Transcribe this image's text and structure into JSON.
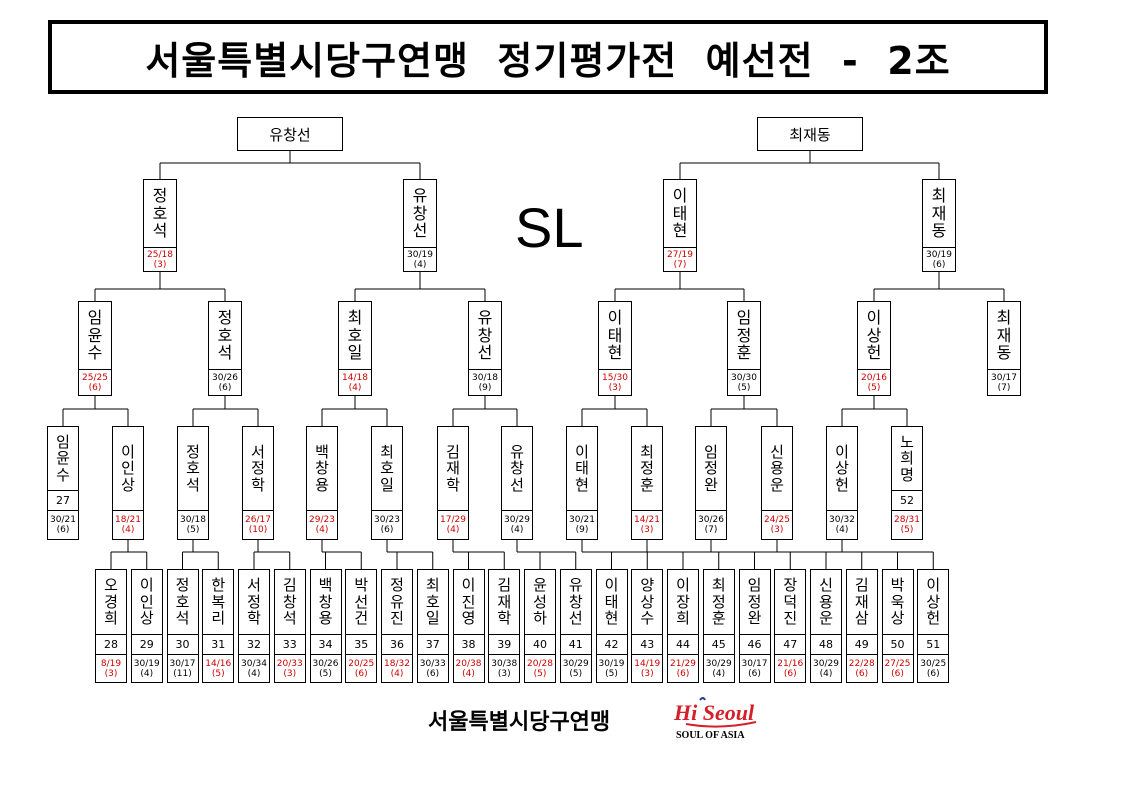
{
  "title": "서울특별시당구연맹  정기평가전  예선전  -  2조",
  "sl_label": "SL",
  "footer": {
    "org": "서울특별시당구연맹",
    "logo_main": "Hi Seoul",
    "logo_sub": "SOUL OF ASIA"
  },
  "colors": {
    "loss": "#cc0000",
    "win": "#000000",
    "logo_red": "#d4202a",
    "logo_blue": "#1c3f94"
  },
  "bracket": {
    "top": [
      {
        "name": "유창선"
      },
      {
        "name": "최재동"
      }
    ],
    "r3": [
      {
        "name": "정호석",
        "score": "25/18",
        "inn": "(3)",
        "red": true
      },
      {
        "name": "유창선",
        "score": "30/19",
        "inn": "(4)",
        "red": false
      },
      {
        "name": "이태현",
        "score": "27/19",
        "inn": "(7)",
        "red": true
      },
      {
        "name": "최재동",
        "score": "30/19",
        "inn": "(6)",
        "red": false
      }
    ],
    "r2": [
      {
        "name": "임윤수",
        "score": "25/25",
        "inn": "(6)",
        "red": true
      },
      {
        "name": "정호석",
        "score": "30/26",
        "inn": "(6)",
        "red": false
      },
      {
        "name": "최호일",
        "score": "14/18",
        "inn": "(4)",
        "red": true
      },
      {
        "name": "유창선",
        "score": "30/18",
        "inn": "(9)",
        "red": false
      },
      {
        "name": "이태현",
        "score": "15/30",
        "inn": "(3)",
        "red": true
      },
      {
        "name": "임정훈",
        "score": "30/30",
        "inn": "(5)",
        "red": false
      },
      {
        "name": "이상헌",
        "score": "20/16",
        "inn": "(5)",
        "red": true
      },
      {
        "name": "최재동",
        "score": "30/17",
        "inn": "(7)",
        "red": false
      }
    ],
    "r1": [
      {
        "name": "임윤수",
        "num": "27",
        "score": "30/21",
        "inn": "(6)",
        "red": false
      },
      {
        "name": "이인상",
        "num": "",
        "score": "18/21",
        "inn": "(4)",
        "red": true
      },
      {
        "name": "정호석",
        "num": "",
        "score": "30/18",
        "inn": "(5)",
        "red": false
      },
      {
        "name": "서정학",
        "num": "",
        "score": "26/17",
        "inn": "(10)",
        "red": true
      },
      {
        "name": "백창용",
        "num": "",
        "score": "29/23",
        "inn": "(4)",
        "red": true
      },
      {
        "name": "최호일",
        "num": "",
        "score": "30/23",
        "inn": "(6)",
        "red": false
      },
      {
        "name": "김재학",
        "num": "",
        "score": "17/29",
        "inn": "(4)",
        "red": true
      },
      {
        "name": "유창선",
        "num": "",
        "score": "30/29",
        "inn": "(4)",
        "red": false
      },
      {
        "name": "이태현",
        "num": "",
        "score": "30/21",
        "inn": "(9)",
        "red": false
      },
      {
        "name": "최정훈",
        "num": "",
        "score": "14/21",
        "inn": "(3)",
        "red": true
      },
      {
        "name": "임정완",
        "num": "",
        "score": "30/26",
        "inn": "(7)",
        "red": false
      },
      {
        "name": "신용운",
        "num": "",
        "score": "24/25",
        "inn": "(3)",
        "red": true
      },
      {
        "name": "이상헌",
        "num": "",
        "score": "30/32",
        "inn": "(4)",
        "red": false
      },
      {
        "name": "노희명",
        "num": "52",
        "score": "28/31",
        "inn": "(5)",
        "red": true
      }
    ],
    "r0": [
      {
        "name": "오경희",
        "num": "28",
        "score": "8/19",
        "inn": "(3)",
        "red": true
      },
      {
        "name": "이인상",
        "num": "29",
        "score": "30/19",
        "inn": "(4)",
        "red": false
      },
      {
        "name": "정호석",
        "num": "30",
        "score": "30/17",
        "inn": "(11)",
        "red": false
      },
      {
        "name": "한복리",
        "num": "31",
        "score": "14/16",
        "inn": "(5)",
        "red": true
      },
      {
        "name": "서정학",
        "num": "32",
        "score": "30/34",
        "inn": "(4)",
        "red": false
      },
      {
        "name": "김창석",
        "num": "33",
        "score": "20/33",
        "inn": "(3)",
        "red": true
      },
      {
        "name": "백창용",
        "num": "34",
        "score": "30/26",
        "inn": "(5)",
        "red": false
      },
      {
        "name": "박선건",
        "num": "35",
        "score": "20/25",
        "inn": "(6)",
        "red": true
      },
      {
        "name": "정유진",
        "num": "36",
        "score": "18/32",
        "inn": "(4)",
        "red": true
      },
      {
        "name": "최호일",
        "num": "37",
        "score": "30/33",
        "inn": "(6)",
        "red": false
      },
      {
        "name": "이진영",
        "num": "38",
        "score": "20/38",
        "inn": "(4)",
        "red": true
      },
      {
        "name": "김재학",
        "num": "39",
        "score": "30/38",
        "inn": "(3)",
        "red": false
      },
      {
        "name": "윤성하",
        "num": "40",
        "score": "20/28",
        "inn": "(5)",
        "red": true
      },
      {
        "name": "유창선",
        "num": "41",
        "score": "30/29",
        "inn": "(5)",
        "red": false
      },
      {
        "name": "이태현",
        "num": "42",
        "score": "30/19",
        "inn": "(5)",
        "red": false
      },
      {
        "name": "양상수",
        "num": "43",
        "score": "14/19",
        "inn": "(3)",
        "red": true
      },
      {
        "name": "이장희",
        "num": "44",
        "score": "21/29",
        "inn": "(6)",
        "red": true
      },
      {
        "name": "최정훈",
        "num": "45",
        "score": "30/29",
        "inn": "(4)",
        "red": false
      },
      {
        "name": "임정완",
        "num": "46",
        "score": "30/17",
        "inn": "(6)",
        "red": false
      },
      {
        "name": "장덕진",
        "num": "47",
        "score": "21/16",
        "inn": "(6)",
        "red": true
      },
      {
        "name": "신용운",
        "num": "48",
        "score": "30/29",
        "inn": "(4)",
        "red": false
      },
      {
        "name": "김재삼",
        "num": "49",
        "score": "22/28",
        "inn": "(6)",
        "red": true
      },
      {
        "name": "박욱상",
        "num": "50",
        "score": "27/25",
        "inn": "(6)",
        "red": true
      },
      {
        "name": "이상헌",
        "num": "51",
        "score": "30/25",
        "inn": "(6)",
        "red": false
      }
    ]
  }
}
